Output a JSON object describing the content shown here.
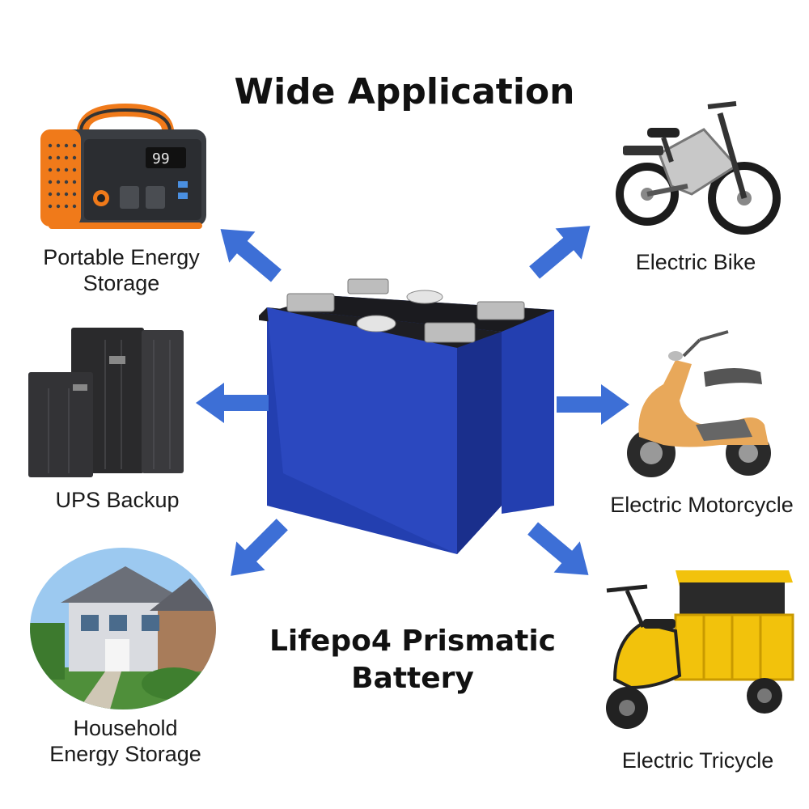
{
  "title": "Wide Application",
  "product": {
    "line1": "Lifepo4 Prismatic",
    "line2": "Battery"
  },
  "applications": {
    "portable": {
      "line1": "Portable Energy",
      "line2": "Storage",
      "display_value": "99"
    },
    "ups": {
      "label": "UPS Backup"
    },
    "household": {
      "line1": "Household",
      "line2": "Energy Storage"
    },
    "bike": {
      "label": "Electric Bike"
    },
    "motorcycle": {
      "label": "Electric Motorcycle"
    },
    "tricycle": {
      "label": "Electric Tricycle"
    }
  },
  "colors": {
    "arrow": "#3d6fd6",
    "battery": "#1d37a8",
    "accent_orange": "#f07a1a",
    "tricycle_yellow": "#f2c20c"
  }
}
